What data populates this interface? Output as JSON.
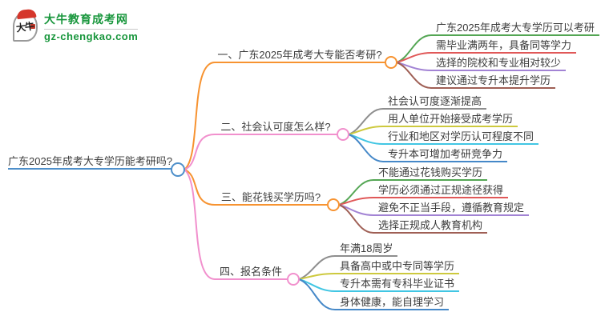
{
  "logo": {
    "title": "大牛教育成考网",
    "url": "gz-chengkao.com",
    "icon_text": "大牛",
    "brand_color": "#18963c"
  },
  "root": {
    "text": "广东2025年成考大专学历能考研吗?",
    "color": "#4e8fca"
  },
  "branches": [
    {
      "label": "一、广东2025年成考大专能否考研?",
      "color": "#f79331",
      "leaves": [
        {
          "text": "广东2025年成考大专学历可以考研",
          "color": "#54a654"
        },
        {
          "text": "需毕业满两年，具备同等学力",
          "color": "#e05858"
        },
        {
          "text": "选择的院校和专业相对较少",
          "color": "#a283d4"
        },
        {
          "text": "建议通过专升本提升学历",
          "color": "#9f5f55"
        }
      ]
    },
    {
      "label": "二、社会认可度怎么样?",
      "color": "#f190cd",
      "leaves": [
        {
          "text": "社会认可度逐渐提高",
          "color": "#8e8e8e"
        },
        {
          "text": "用人单位开始接受成考学历",
          "color": "#cdc93e"
        },
        {
          "text": "行业和地区对学历认可程度不同",
          "color": "#41c6e3"
        },
        {
          "text": "专升本可增加考研竞争力",
          "color": "#4588c8"
        }
      ]
    },
    {
      "label": "三、能花钱买学历吗?",
      "color": "#f79331",
      "leaves": [
        {
          "text": "不能通过花钱购买学历",
          "color": "#54a654"
        },
        {
          "text": "学历必须通过正规途径获得",
          "color": "#e05858"
        },
        {
          "text": "避免不正当手段，遵循教育规定",
          "color": "#a283d4"
        },
        {
          "text": "选择正规成人教育机构",
          "color": "#9f5f55"
        }
      ]
    },
    {
      "label": "四、报名条件",
      "color": "#f190cd",
      "leaves": [
        {
          "text": "年满18周岁",
          "color": "#8e8e8e"
        },
        {
          "text": "具备高中或中专同等学历",
          "color": "#cdc93e"
        },
        {
          "text": "专升本需有专科毕业证书",
          "color": "#41c6e3"
        },
        {
          "text": "身体健康，能自理学习",
          "color": "#4588c8"
        }
      ]
    }
  ]
}
